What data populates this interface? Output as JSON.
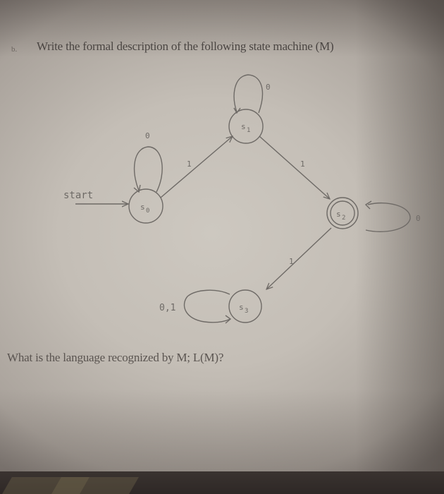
{
  "question": {
    "marker": "b.",
    "title": "Write the formal description of the following state machine (M)",
    "language_prompt": "What is the language recognized by M; L(M)?"
  },
  "state_machine": {
    "start_label": "start",
    "states": [
      {
        "id": "s0",
        "label": "s",
        "sub": "0",
        "start": true,
        "accepting": false
      },
      {
        "id": "s1",
        "label": "s",
        "sub": "1",
        "start": false,
        "accepting": false
      },
      {
        "id": "s2",
        "label": "s",
        "sub": "2",
        "start": false,
        "accepting": true
      },
      {
        "id": "s3",
        "label": "s",
        "sub": "3",
        "start": false,
        "accepting": false
      }
    ],
    "transitions": [
      {
        "from": "s0",
        "to": "s0",
        "label": "0"
      },
      {
        "from": "s0",
        "to": "s1",
        "label": "1"
      },
      {
        "from": "s1",
        "to": "s1",
        "label": "0"
      },
      {
        "from": "s1",
        "to": "s2",
        "label": "1"
      },
      {
        "from": "s2",
        "to": "s2",
        "label": "0"
      },
      {
        "from": "s2",
        "to": "s3",
        "label": "1"
      },
      {
        "from": "s3",
        "to": "s3",
        "label": "0,1"
      }
    ]
  },
  "colors": {
    "paper": "#c9c3bb",
    "ink": "#4a4542",
    "diagram_ink": "#6e6a66"
  }
}
